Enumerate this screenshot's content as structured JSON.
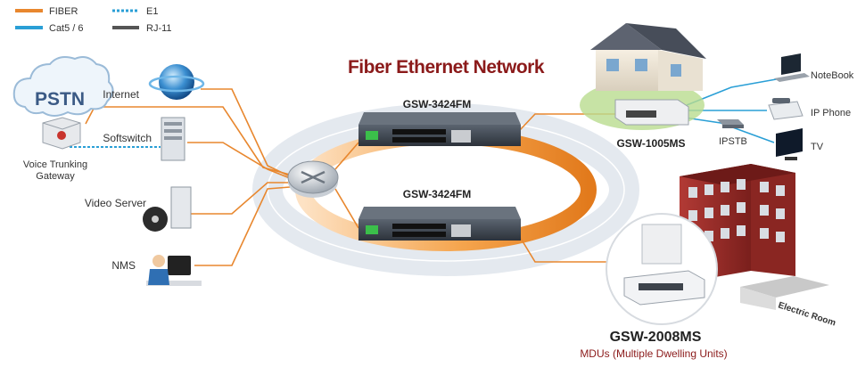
{
  "title": "Fiber Ethernet Network",
  "legend": {
    "fiber": "FIBER",
    "cat5": "Cat5 / 6",
    "e1": "E1",
    "rj11": "RJ-11"
  },
  "devices": {
    "pstn": "PSTN",
    "gateway": "Voice Trunking\nGateway",
    "internet": "Internet",
    "softswitch": "Softswitch",
    "video_server": "Video Server",
    "nms": "NMS",
    "switch_top": "GSW-3424FM",
    "switch_bottom": "GSW-3424FM",
    "gsw1005": "GSW-1005MS",
    "notebook": "NoteBook",
    "ip_phone": "IP Phone",
    "ipstb": "IPSTB",
    "tv": "TV",
    "gsw2008": "GSW-2008MS",
    "mdus": "MDUs (Multiple Dwelling Units)",
    "electric_room": "Electric Room"
  },
  "colors": {
    "fiber": "#e8872e",
    "cat5": "#2a9fd6",
    "e1": "#2a9fd6",
    "rj11": "#555555",
    "title": "#8b1a1a"
  }
}
